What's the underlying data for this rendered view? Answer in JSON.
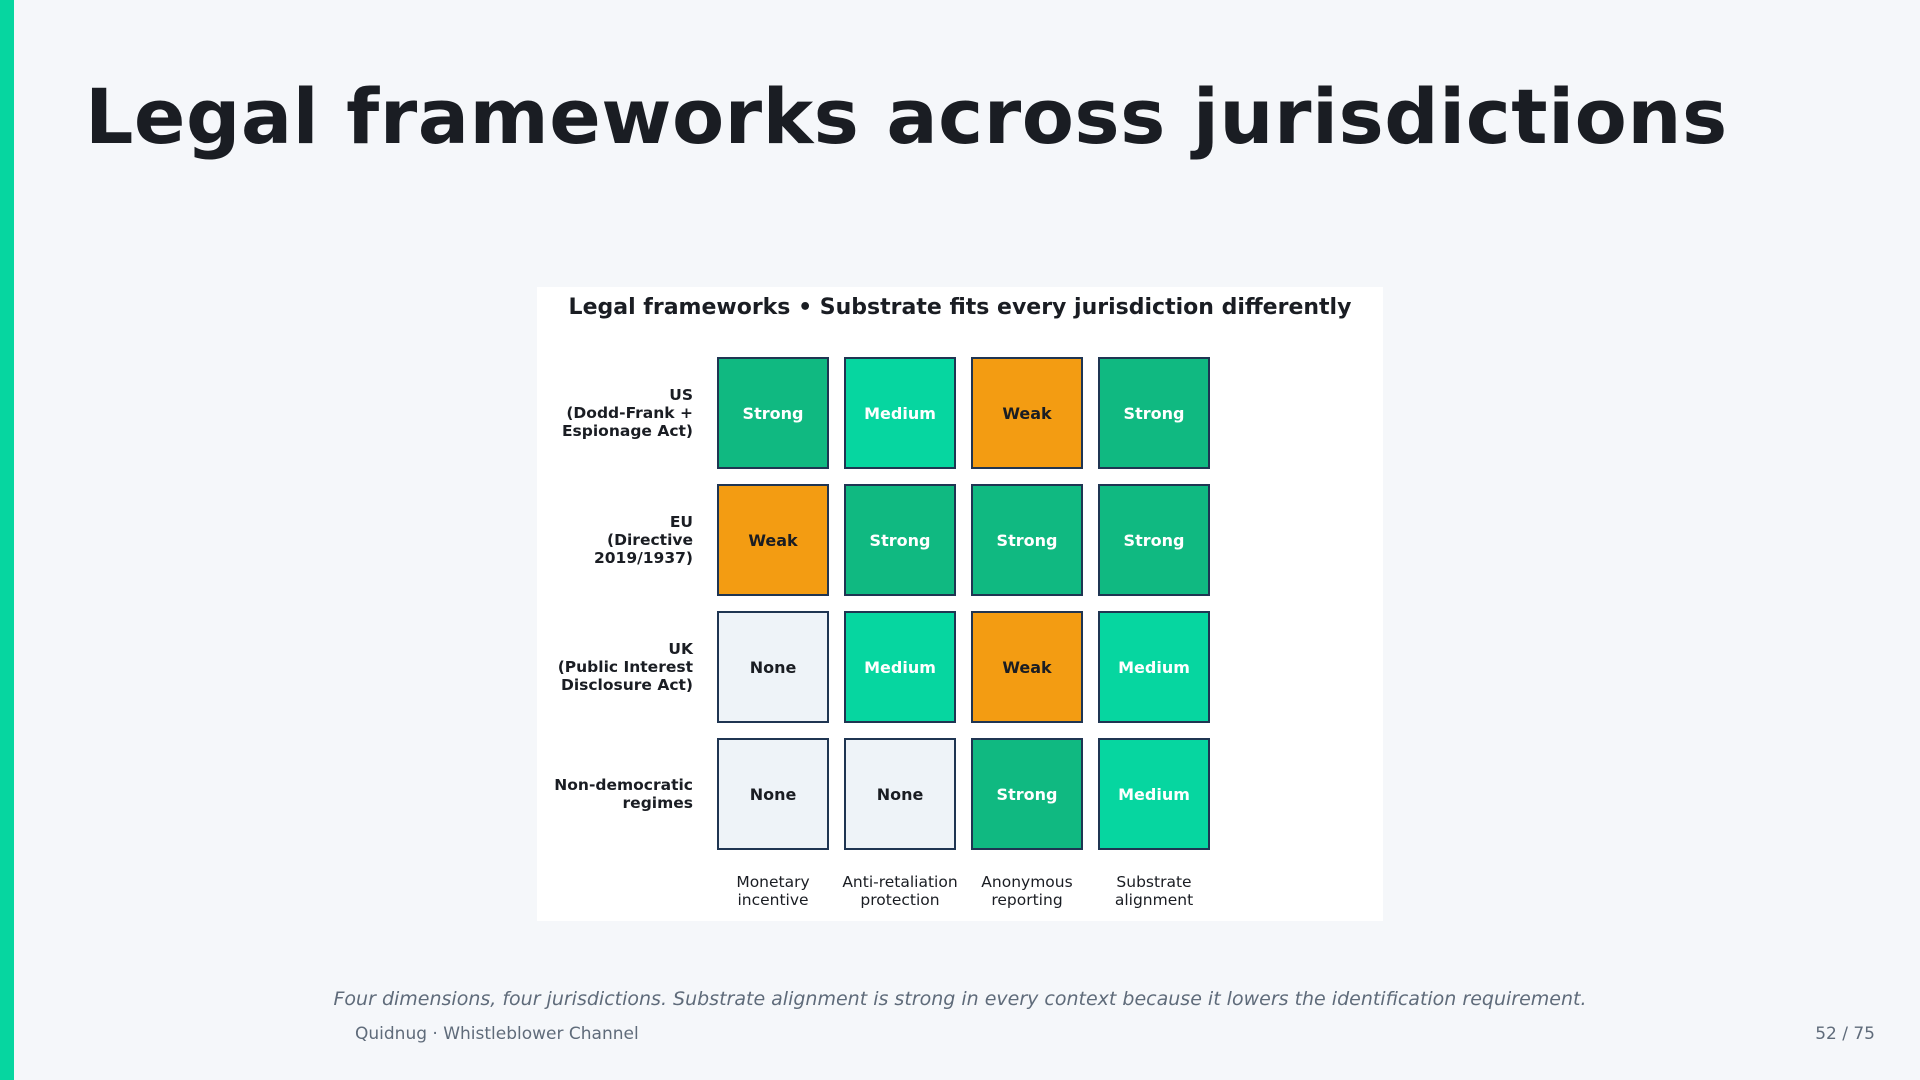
{
  "slide": {
    "title": "Legal frameworks across jurisdictions",
    "caption": "Four dimensions, four jurisdictions. Substrate alignment is strong in every context because it lowers the identification requirement.",
    "footer_left": "Quidnug  ·  Whistleblower Channel",
    "page_number": "52 / 75"
  },
  "colors": {
    "accent": "#06d6a0",
    "Strong": "#10b981",
    "Medium": "#06d6a0",
    "Weak": "#f39c12",
    "None": "#eef3f8",
    "cell_border": "#1f3552"
  },
  "chart_data": {
    "type": "heatmap",
    "title": "Legal frameworks  •  Substrate fits every jurisdiction differently",
    "rows": [
      "US\n(Dodd-Frank +\nEspionage Act)",
      "EU\n(Directive\n2019/1937)",
      "UK\n(Public Interest\nDisclosure Act)",
      "Non-democratic\nregimes"
    ],
    "columns": [
      "Monetary\nincentive",
      "Anti-retaliation\nprotection",
      "Anonymous\nreporting",
      "Substrate\nalignment"
    ],
    "values": [
      [
        "Strong",
        "Medium",
        "Weak",
        "Strong"
      ],
      [
        "Weak",
        "Strong",
        "Strong",
        "Strong"
      ],
      [
        "None",
        "Medium",
        "Weak",
        "Medium"
      ],
      [
        "None",
        "None",
        "Strong",
        "Medium"
      ]
    ],
    "text_colors": {
      "Strong": "#ffffff",
      "Medium": "#ffffff",
      "Weak": "#1a1d23",
      "None": "#1a1d23"
    }
  }
}
